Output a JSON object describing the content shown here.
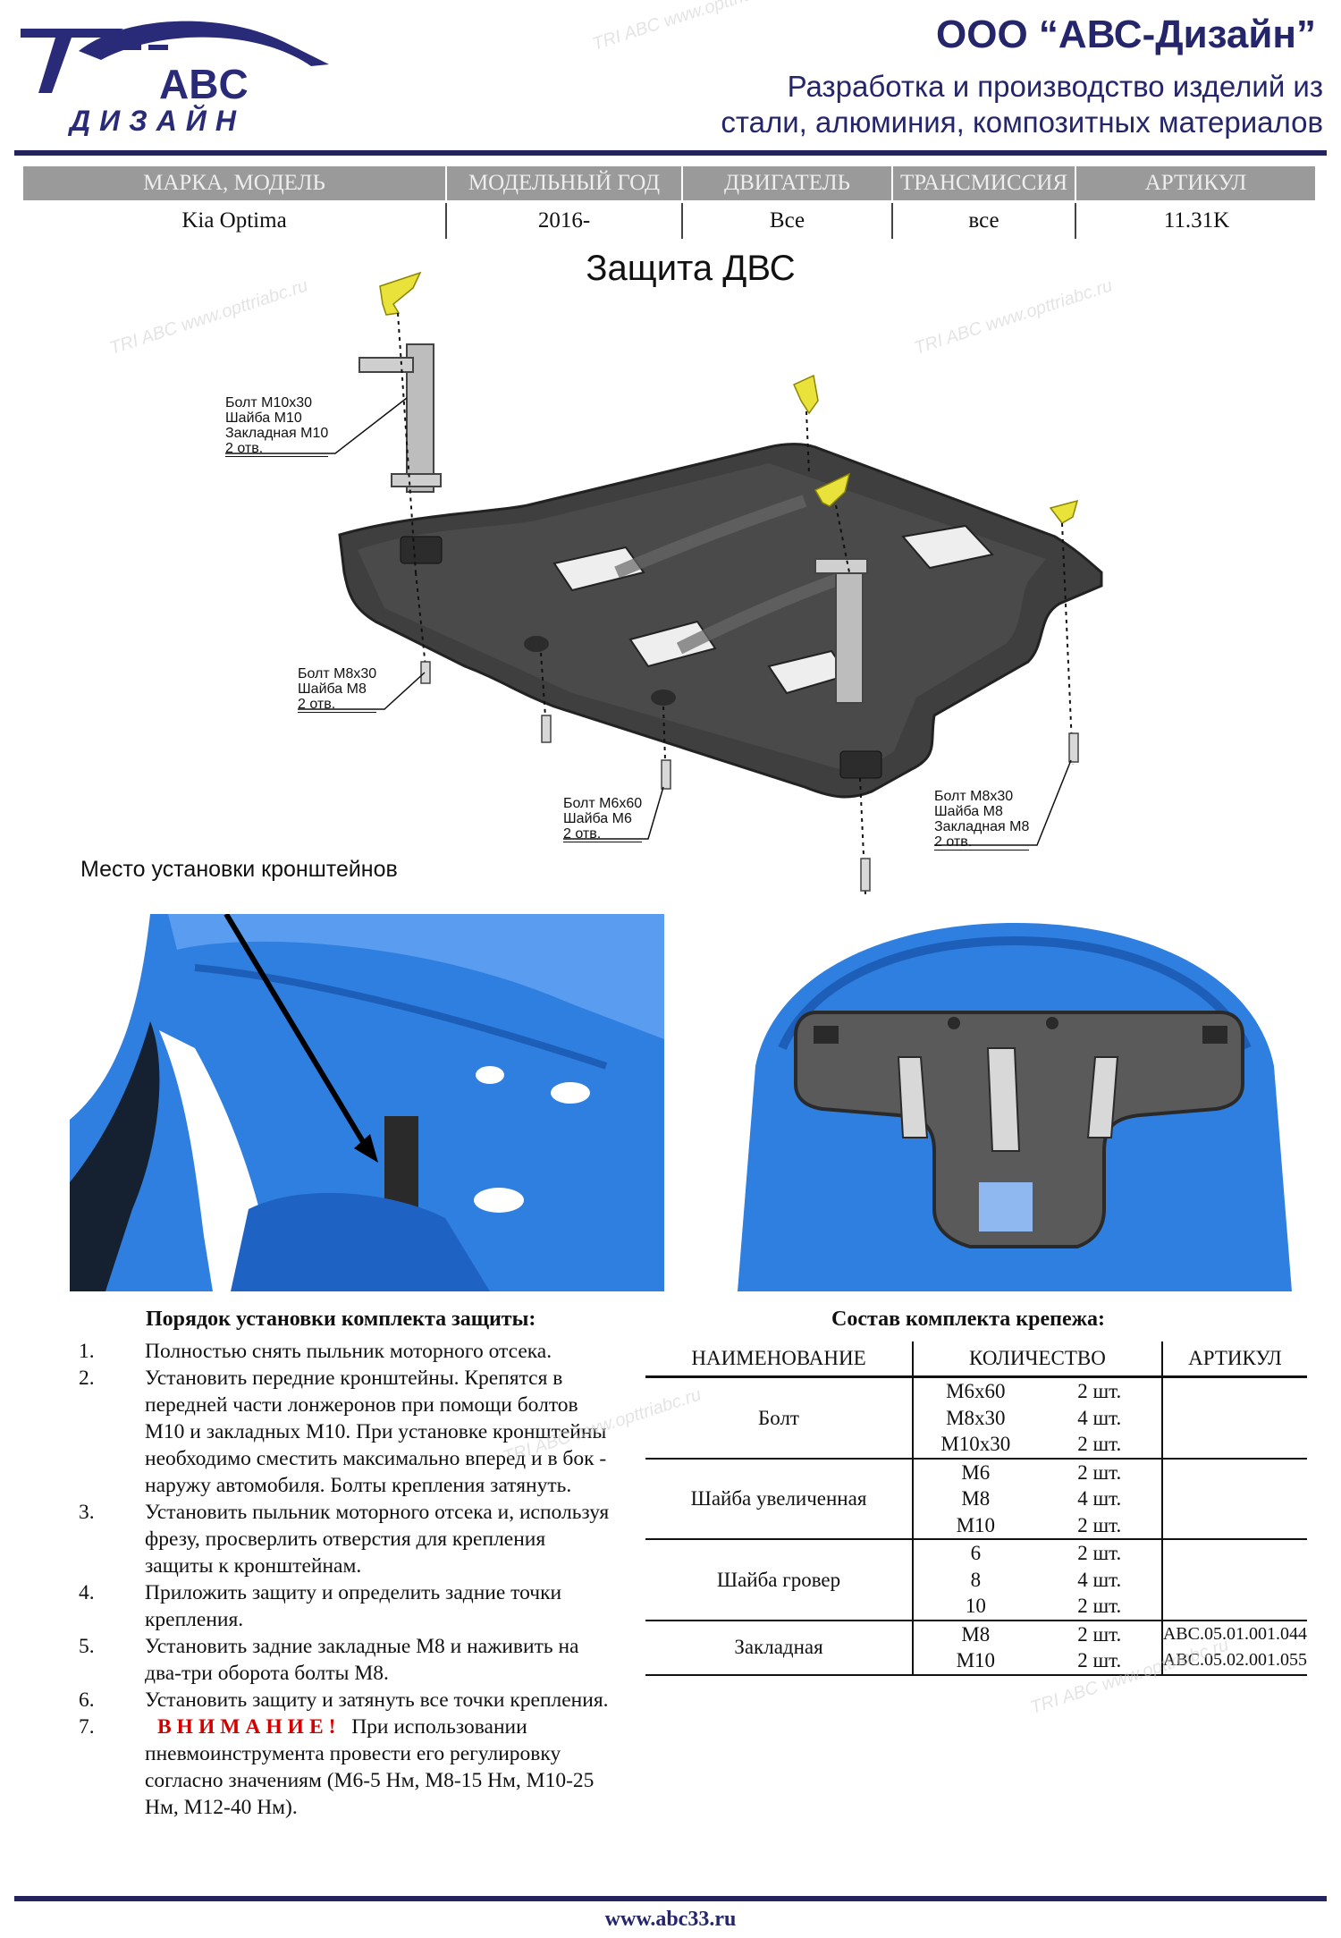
{
  "header": {
    "logo_top": "ABC",
    "logo_bottom": "ДИЗАЙН",
    "company": "ООО “АВС-Дизайн”",
    "tagline_1": "Разработка и производство изделий из",
    "tagline_2": "стали, алюминия, композитных материалов"
  },
  "spec": {
    "headers": [
      "МАРКА, МОДЕЛЬ",
      "МОДЕЛЬНЫЙ ГОД",
      "ДВИГАТЕЛЬ",
      "ТРАНСМИССИЯ",
      "АРТИКУЛ"
    ],
    "values": [
      "Kia Optima",
      "2016-",
      "Все",
      "все",
      "11.31K"
    ]
  },
  "title": "Защита ДВС",
  "callouts": {
    "c1": [
      "Болт М10х30",
      "Шайба М10",
      "Закладная М10",
      "2 отв."
    ],
    "c2": [
      "Болт М8х30",
      "Шайба М8",
      "2 отв."
    ],
    "c3": [
      "Болт М6х60",
      "Шайба М6",
      "2 отв."
    ],
    "c4": [
      "Болт М8х30",
      "Шайба М8",
      "Закладная М8",
      "2 отв."
    ]
  },
  "install_label": "Место установки кронштейнов",
  "instructions": {
    "title": "Порядок установки комплекта защиты:",
    "steps": [
      {
        "n": "1.",
        "text": "Полностью снять пыльник моторного отсека."
      },
      {
        "n": "2.",
        "text": "Установить передние кронштейны. Крепятся в передней части лонжеронов при помощи болтов М10 и закладных М10. При установке кронштейны необходимо сместить максимально вперед и в бок - наружу автомобиля. Болты крепления затянуть."
      },
      {
        "n": "3.",
        "text": "Установить пыльник моторного отсека и, используя фрезу, просверлить отверстия для крепления защиты к кронштейнам."
      },
      {
        "n": "4.",
        "text": "Приложить защиту и определить задние точки крепления."
      },
      {
        "n": "5.",
        "text": "Установить задние закладные М8 и наживить на два-три оборота болты М8."
      },
      {
        "n": "6.",
        "text": "Установить защиту и затянуть все точки крепления."
      }
    ],
    "step7_n": "7.",
    "step7_warn": "ВНИМАНИЕ!",
    "step7_text": "При использовании пневмоинструмента провести его регулировку согласно значениям (М6-5 Нм, М8-15 Нм, М10-25 Нм, М12-40 Нм)."
  },
  "hardware": {
    "title": "Состав комплекта крепежа:",
    "headers": [
      "НАИМЕНОВАНИЕ",
      "КОЛИЧЕСТВО",
      "АРТИКУЛ"
    ],
    "groups": [
      {
        "name": "Болт",
        "rows": [
          [
            "М6х60",
            "2 шт.",
            ""
          ],
          [
            "М8х30",
            "4 шт.",
            ""
          ],
          [
            "М10х30",
            "2 шт.",
            ""
          ]
        ]
      },
      {
        "name": "Шайба увеличенная",
        "rows": [
          [
            "М6",
            "2 шт.",
            ""
          ],
          [
            "М8",
            "4 шт.",
            ""
          ],
          [
            "М10",
            "2 шт.",
            ""
          ]
        ]
      },
      {
        "name": "Шайба гровер",
        "rows": [
          [
            "6",
            "2 шт.",
            ""
          ],
          [
            "8",
            "4 шт.",
            ""
          ],
          [
            "10",
            "2 шт.",
            ""
          ]
        ]
      },
      {
        "name": "Закладная",
        "rows": [
          [
            "М8",
            "2 шт.",
            "АВС.05.01.001.044"
          ],
          [
            "М10",
            "2 шт.",
            "АВС.05.02.001.055"
          ]
        ]
      }
    ]
  },
  "footer": {
    "url": "www.abc33.ru"
  },
  "watermark": {
    "brand": "TRI ABC",
    "url": "www.opttriabc.ru"
  },
  "colors": {
    "brand_navy": "#24256b",
    "header_gray": "#9a9a9a",
    "warning_red": "#d40000",
    "blue_scan": "#2f7fe0"
  }
}
